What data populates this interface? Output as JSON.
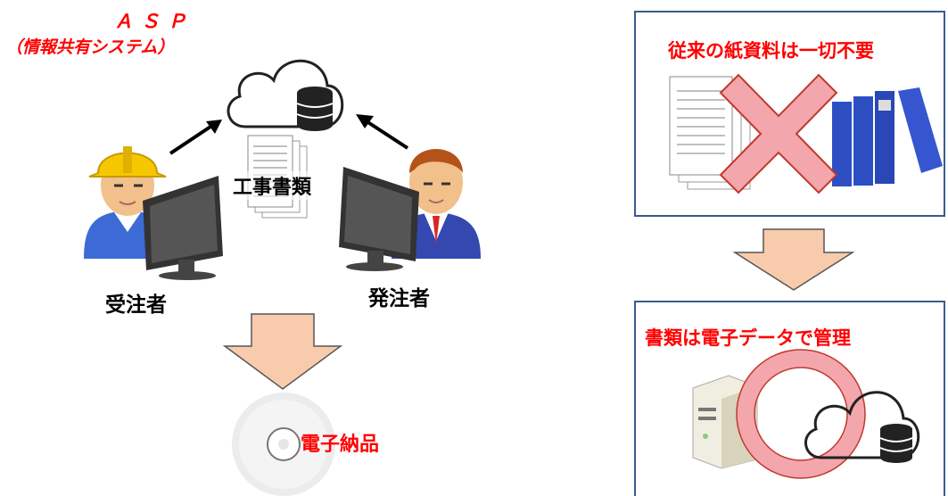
{
  "asp": {
    "title": "ＡＳＰ",
    "subtitle": "（情報共有システム）"
  },
  "left_diagram": {
    "documents_label": "工事書類",
    "contractor_label": "受注者",
    "client_label": "発注者",
    "electronic_delivery_label": "電子納品"
  },
  "right_panel": {
    "top_box_title": "従来の紙資料は一切不要",
    "bottom_box_title": "書類は電子データで管理"
  },
  "colors": {
    "accent_red": "#ff0000",
    "arrow_fill": "#f8cbad",
    "box_border": "#3a5a8c",
    "cross_fill": "#f4a6ad",
    "binder_blue": "#2e4fc4"
  }
}
